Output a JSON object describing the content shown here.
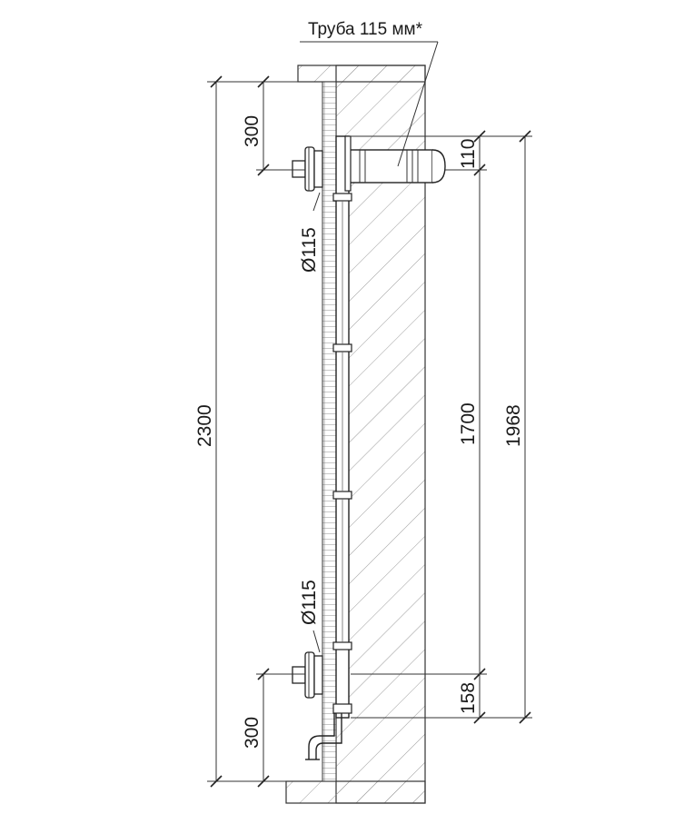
{
  "labels": {
    "pipe_callout": "Труба 115 мм*",
    "diameter_top": "Ø115",
    "diameter_bottom": "Ø115"
  },
  "dimensions": {
    "overall_height": "2300",
    "top_offset": "300",
    "bottom_offset": "300",
    "top_pipe_offset": "110",
    "connection_spacing": "1700",
    "total_span": "1968",
    "bottom_pipe_offset": "158"
  },
  "colors": {
    "line": "#333333",
    "hatch": "#9a9a9a",
    "fill": "#ffffff"
  }
}
